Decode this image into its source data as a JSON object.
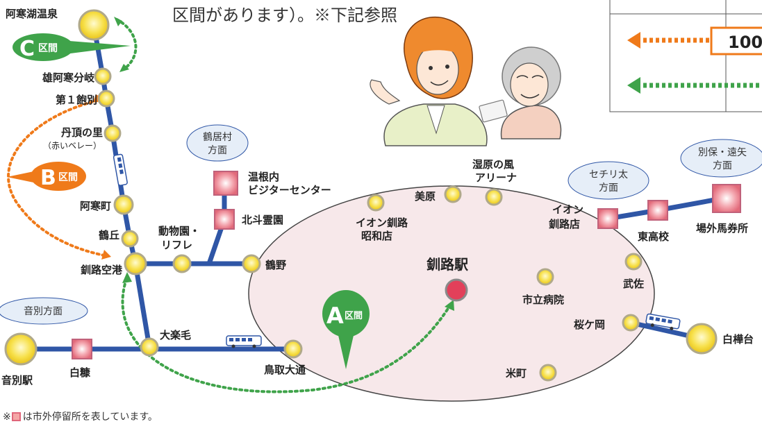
{
  "header_text": "区間があります）。※下記参照",
  "legend_box": {
    "value": "100"
  },
  "colors": {
    "route_blue": "#2f56a6",
    "zone_a_green": "#3fa34a",
    "zone_b_orange": "#ef7a1a",
    "zone_c_green": "#3fa34a",
    "ellipse_fill": "#f7e8ea",
    "stop_yellow": "#f5da36",
    "stop_pink": "#ef8a9a",
    "kushiro_red": "#e2405a"
  },
  "zones": {
    "a": {
      "letter": "A",
      "suffix": "区間"
    },
    "b": {
      "letter": "B",
      "suffix": "区間"
    },
    "c": {
      "letter": "C",
      "suffix": "区間"
    }
  },
  "direction_bubbles": {
    "tsuruimura": [
      "鶴居村",
      "方面"
    ],
    "ombetsu": [
      "音別方面"
    ],
    "sechiributo": [
      "セチリ太",
      "方面"
    ],
    "betsuho": [
      "別保・遠矢",
      "方面"
    ]
  },
  "stops": {
    "akanko": "阿寒湖温泉",
    "oakan": "雄阿寒分岐",
    "daiichi": "第１飽別",
    "tancho": "丹頂の里",
    "tancho_sub": "（赤いベレー）",
    "akancho": "阿寒町",
    "tsuruoka": "鶴丘",
    "airport": "釧路空港",
    "zoo": [
      "動物園・",
      "リフレ"
    ],
    "onnenai": [
      "温根内",
      "ビジターセンター"
    ],
    "hokuto": "北斗霊園",
    "tsuruno": "鶴野",
    "ombetsu_st": "音別駅",
    "shiranuka": "白糠",
    "otanoshike": "大楽毛",
    "tottori": "鳥取大通",
    "aeon_showa": [
      "イオン釧路",
      "昭和店"
    ],
    "mihara": "美原",
    "shitsugen": [
      "湿原の風",
      "アリーナ"
    ],
    "kushiro_st": "釧路駅",
    "hospital": "市立病院",
    "yonemachi": "米町",
    "aeon_kushiro": [
      "イオン",
      "釧路店"
    ],
    "higashi": "東高校",
    "bakenjo": "場外馬券所",
    "takesa": "武佐",
    "sakuragaoka": "桜ケ岡",
    "shirakabadai": "白樺台"
  },
  "footnote": {
    "prefix": "※",
    "text": "は市外停留所を表しています。"
  }
}
